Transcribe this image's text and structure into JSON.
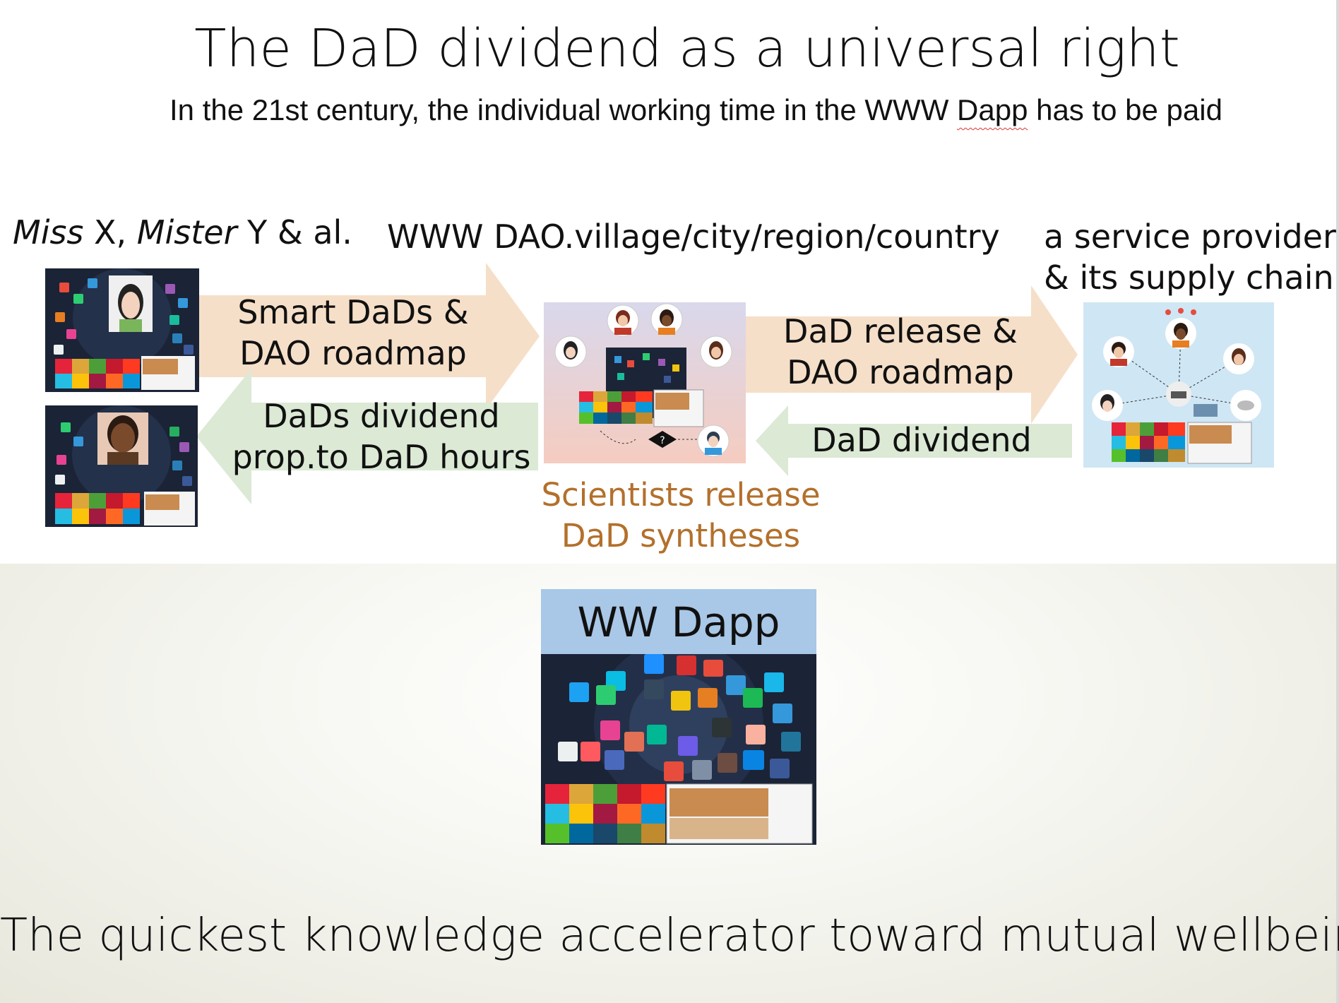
{
  "title": "The DaD dividend as a universal right",
  "subtitle": {
    "before": "In the 21st century, the individual working time in the WWW ",
    "underlined": "Dapp",
    "after": " has to be paid"
  },
  "people_label": {
    "name1": "Miss",
    "rest1": " X, ",
    "name2": "Mister",
    "rest2": " Y & al."
  },
  "dao_label": "WWW DAO.village/city/region/country",
  "provider_label": {
    "line1": "a service provider",
    "line2": "& its supply chain"
  },
  "arrows": {
    "smart": {
      "line1": "Smart DaDs &",
      "line2": "DAO roadmap"
    },
    "dividend_back": {
      "line1": "DaDs dividend",
      "line2": "prop.to DaD hours"
    },
    "release": {
      "line1": "DaD release &",
      "line2": "DAO roadmap"
    },
    "dad_dividend": {
      "line1": "DaD dividend"
    }
  },
  "scientists": {
    "line1": "Scientists release",
    "line2": "DaD syntheses"
  },
  "ww_dapp": {
    "title": "WW Dapp"
  },
  "tagline": "The quickest knowledge accelerator toward mutual wellbeing",
  "colors": {
    "peach_arrow": "#f6dfc8",
    "green_arrow": "#dbe9d5",
    "scientist_text": "#b3702b",
    "ww_header": "#a9c7e6",
    "dark_tile": "#1b2336"
  }
}
